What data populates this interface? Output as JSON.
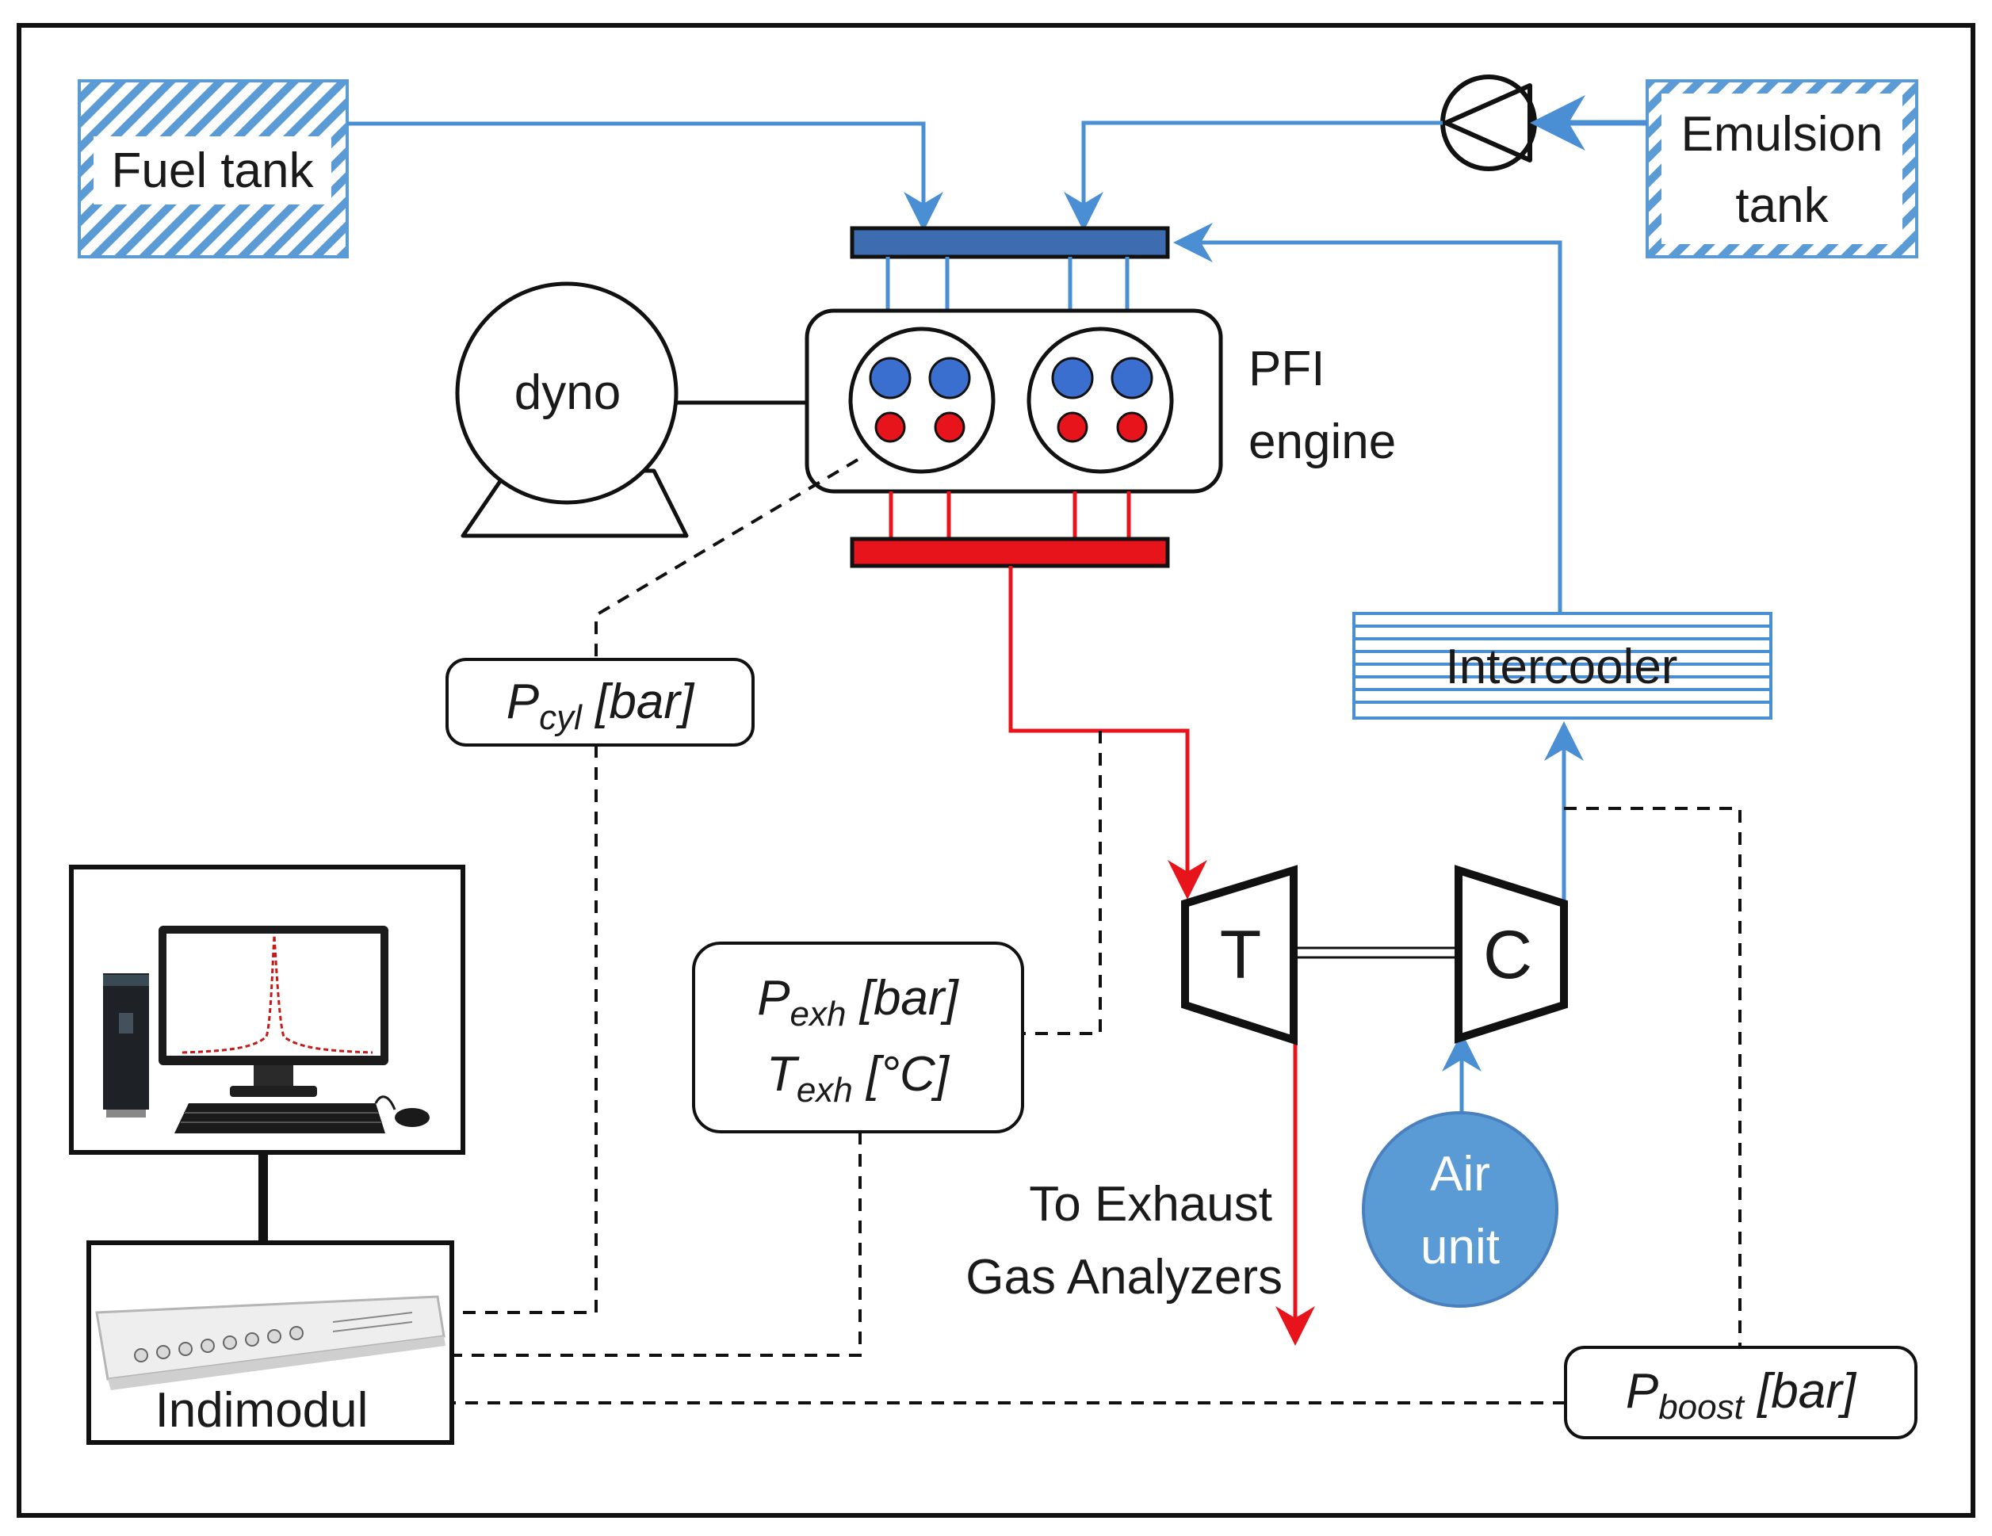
{
  "components": {
    "fuel_tank": "Fuel tank",
    "emulsion_tank": [
      "Emulsion",
      "tank"
    ],
    "dyno": "dyno",
    "engine": [
      "PFI",
      "engine"
    ],
    "intercooler": "Intercooler",
    "turbine": "T",
    "compressor": "C",
    "air_unit": [
      "Air",
      "unit"
    ],
    "indimodul": "Indimodul",
    "exhaust_note": [
      "To Exhaust",
      "Gas Analyzers"
    ]
  },
  "sensors": {
    "p_cyl": {
      "symbol": "P",
      "sub": "cyl",
      "unit": " [bar]"
    },
    "p_exh": {
      "symbol": "P",
      "sub": "exh",
      "unit": " [bar]"
    },
    "t_exh": {
      "symbol": "T",
      "sub": "exh",
      "unit": " [°C]"
    },
    "p_boost": {
      "symbol": "P",
      "sub": "boost",
      "unit": " [bar]"
    }
  },
  "colors": {
    "fuel_line": "#4a8fd4",
    "exhaust_line": "#e8141c",
    "intake_rail": "#3d6db0",
    "exhaust_rail": "#e8141c",
    "air_unit": "#5b9bd5",
    "inlet_valve": "#3a6fd0",
    "exhaust_valve": "#e8141c",
    "hatch": "#5b9bd5"
  }
}
